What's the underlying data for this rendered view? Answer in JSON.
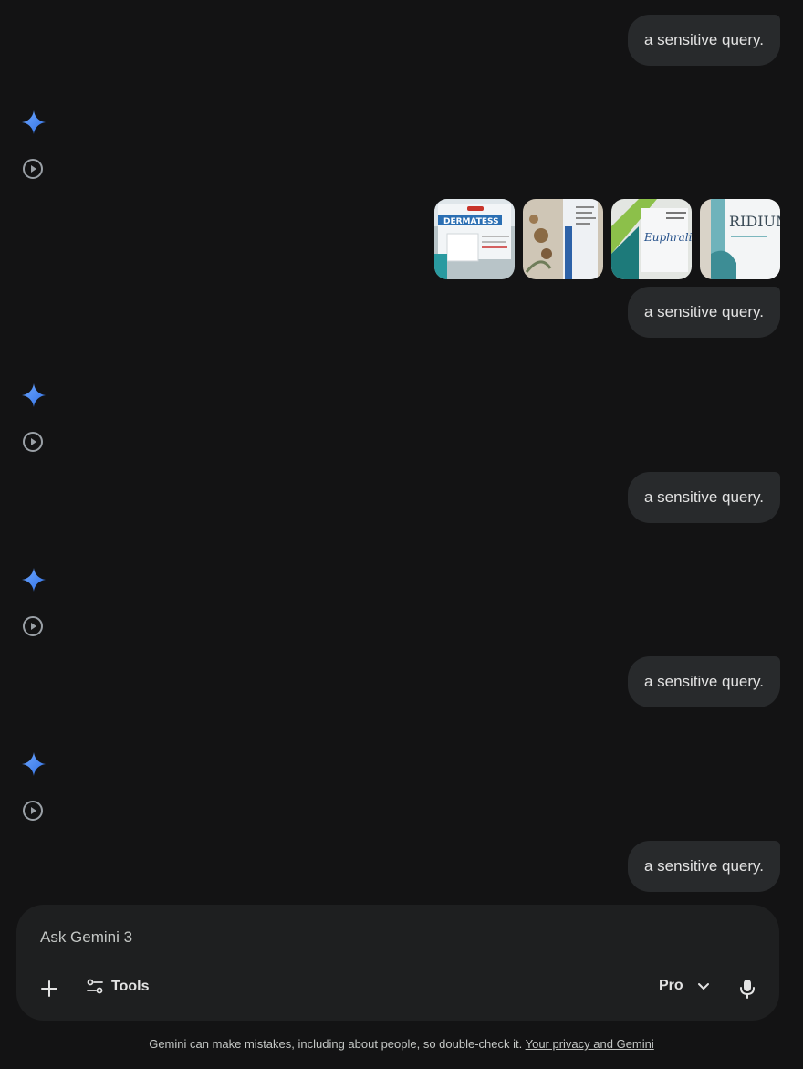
{
  "conversation": {
    "user_messages": [
      "a sensitive query.",
      "a sensitive query.",
      "a sensitive query.",
      "a sensitive query.",
      "a sensitive query."
    ],
    "image_attachments": [
      {
        "label": "DERMATESS"
      },
      {
        "label": ""
      },
      {
        "label": "Euphralia"
      },
      {
        "label": "RIDIUM"
      }
    ]
  },
  "input": {
    "placeholder": "Ask Gemini 3",
    "tools_label": "Tools",
    "model_label": "Pro"
  },
  "footer": {
    "disclaimer": "Gemini can make mistakes, including about people, so double-check it.",
    "privacy_link": "Your privacy and Gemini"
  },
  "colors": {
    "background": "#131314",
    "bubble": "#282a2c",
    "input_box": "#1e1f20",
    "spark_blue": "#4285f4"
  },
  "icons": [
    "gemini-spark-icon",
    "play-icon",
    "plus-icon",
    "tools-icon",
    "chevron-down-icon",
    "mic-icon"
  ]
}
